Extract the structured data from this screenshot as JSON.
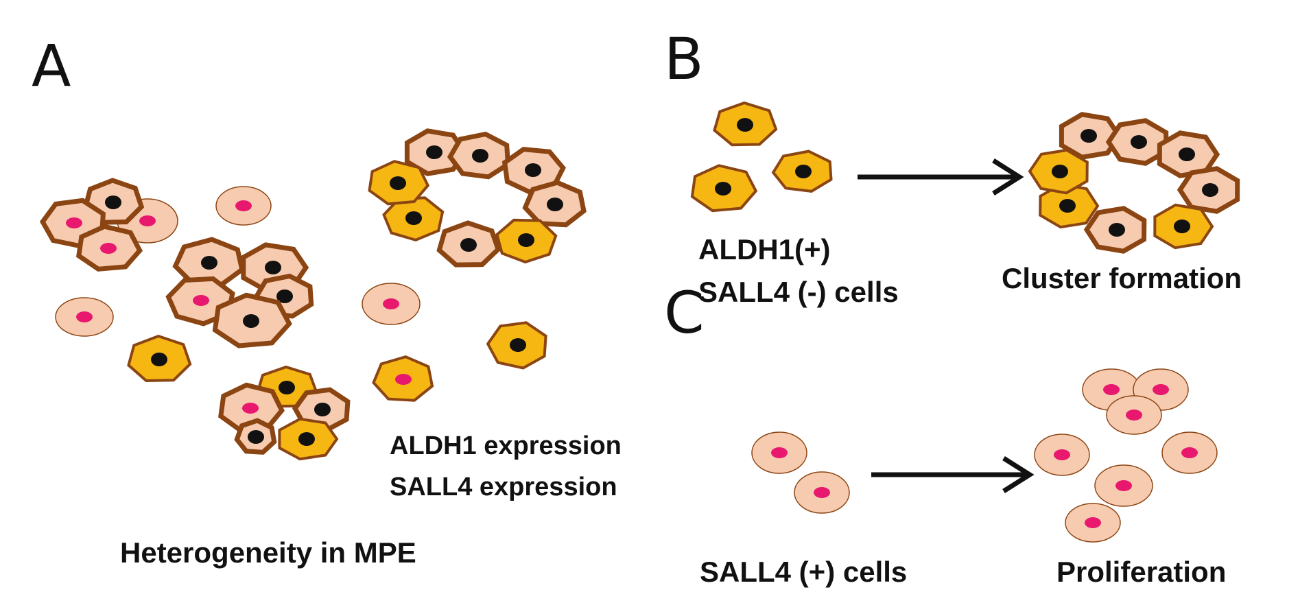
{
  "colors": {
    "aldh1": "#F6B713",
    "sall4": "#E8186F",
    "cytoplasm": "#F7CBB0",
    "border": "#8B4513",
    "nucleus": "#111111",
    "arrow": "#111111"
  },
  "panels": {
    "a": {
      "letter": "A",
      "caption": "Heterogeneity in MPE",
      "legend": {
        "aldh1_label": "ALDH1 expression",
        "sall4_label": "SALL4 expression"
      }
    },
    "b": {
      "letter": "B",
      "left_label_line1": "ALDH1(+)",
      "left_label_line2": "SALL4 (-) cells",
      "right_label": "Cluster formation"
    },
    "c": {
      "letter": "C",
      "left_label": "SALL4 (+) cells",
      "right_label": "Proliferation"
    }
  }
}
